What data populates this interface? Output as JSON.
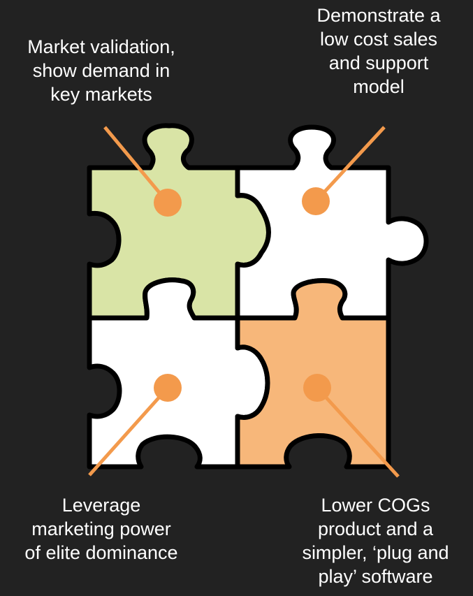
{
  "diagram": {
    "pieces": [
      {
        "name": "top-left",
        "fill": "#d9e4a6",
        "callout_lines": [
          "Market validation,",
          "show demand in",
          "key markets"
        ]
      },
      {
        "name": "top-right",
        "fill": "#ffffff",
        "callout_lines": [
          "Demonstrate a",
          "low cost sales",
          "and support",
          "model"
        ]
      },
      {
        "name": "bottom-left",
        "fill": "#ffffff",
        "callout_lines": [
          "Leverage",
          "marketing power",
          "of elite dominance"
        ]
      },
      {
        "name": "bottom-right",
        "fill": "#f7b77a",
        "callout_lines": [
          "Lower COGs",
          "product and a",
          "simpler, ‘plug and",
          "play’ software"
        ]
      }
    ],
    "colors": {
      "background": "#222222",
      "outline": "#000000",
      "marker": "#f39a4c",
      "text": "#ffffff"
    }
  }
}
